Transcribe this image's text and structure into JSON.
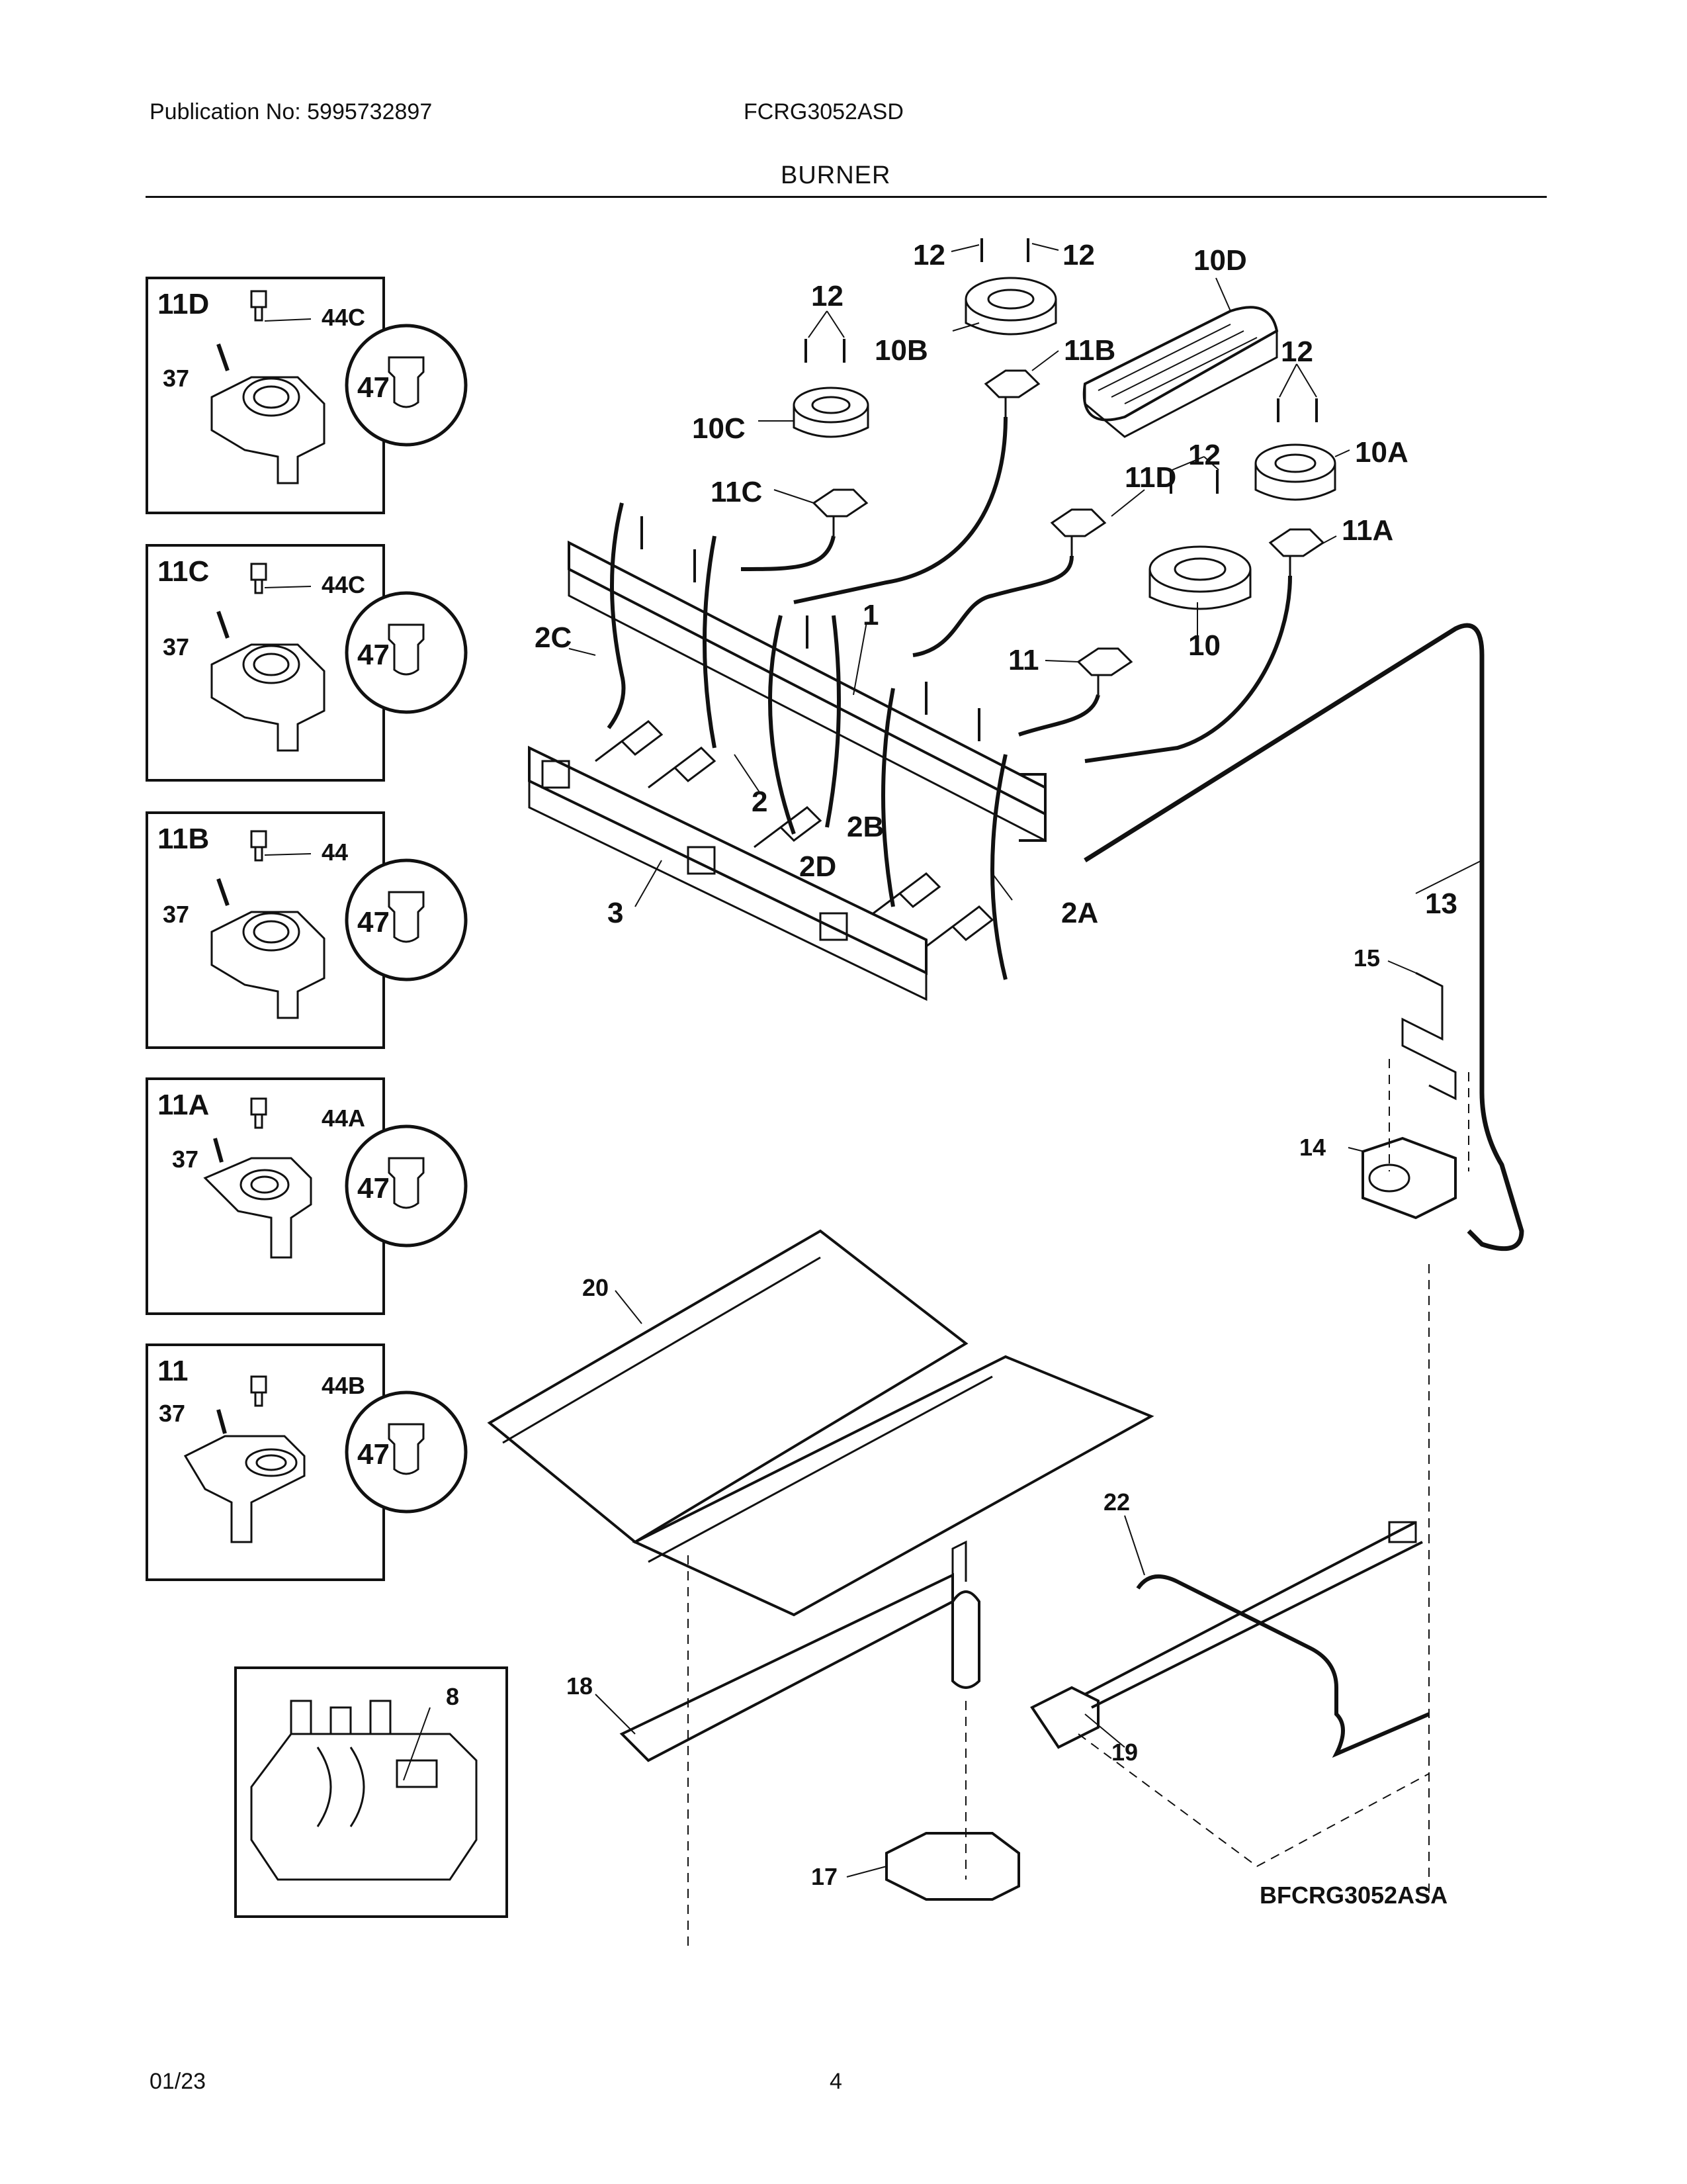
{
  "header": {
    "publication": "Publication No: 5995732897",
    "model": "FCRG3052ASD",
    "section": "BURNER"
  },
  "footer": {
    "date": "01/23",
    "page": "4"
  },
  "diagram_code": "BFCRG3052ASA",
  "insets": [
    {
      "title": "11D",
      "screw": "37",
      "part": "44C",
      "orifice": "47"
    },
    {
      "title": "11C",
      "screw": "37",
      "part": "44C",
      "orifice": "47"
    },
    {
      "title": "11B",
      "screw": "37",
      "part": "44",
      "orifice": "47"
    },
    {
      "title": "11A",
      "screw": "37",
      "part": "44A",
      "orifice": "47"
    },
    {
      "title": "11",
      "screw": "37",
      "part": "44B",
      "orifice": "47"
    }
  ],
  "parts": {
    "p12a": "12",
    "p12b": "12",
    "p12c": "12",
    "p12d": "12",
    "p12e": "12",
    "p10d": "10D",
    "p10b": "10B",
    "p11b": "11B",
    "p10c": "10C",
    "p11c": "11C",
    "p10a": "10A",
    "p11d": "11D",
    "p11a": "11A",
    "p10": "10",
    "p11": "11",
    "p1": "1",
    "p2c": "2C",
    "p2": "2",
    "p2b": "2B",
    "p2d": "2D",
    "p3": "3",
    "p2a": "2A",
    "p13": "13",
    "p15": "15",
    "p14": "14",
    "p20": "20",
    "p22": "22",
    "p18": "18",
    "p19": "19",
    "p17": "17",
    "p8": "8"
  }
}
